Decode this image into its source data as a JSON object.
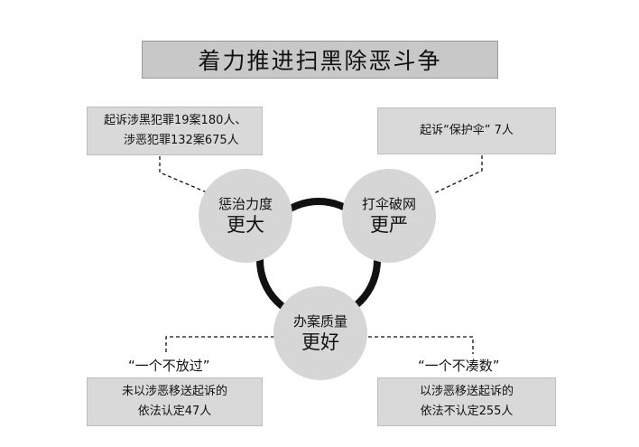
{
  "title": "着力推进扫黑除恶斗争",
  "boxes": {
    "top_left": {
      "line1": "起诉涉黑犯罪19案180人、",
      "line2": "涉恶犯罪132案675人"
    },
    "top_right": {
      "line1": "起诉“保护伞” 7人"
    },
    "bottom_left": {
      "line1": "未以涉恶移送起诉的",
      "line2": "依法认定47人"
    },
    "bottom_right": {
      "line1": "以涉恶移送起诉的",
      "line2": "依法不认定255人"
    }
  },
  "quotes": {
    "left": "“一个不放过”",
    "right": "“一个不凑数”"
  },
  "circles": {
    "left": {
      "small": "惩治力度",
      "big": "更大"
    },
    "right": {
      "small": "打伞破网",
      "big": "更严"
    },
    "bottom": {
      "small": "办案质量",
      "big": "更好"
    }
  },
  "colors": {
    "title_bg": "#c8c8c8",
    "box_bg": "#d9d9d9",
    "circle_bg": "#d6d6d6",
    "ring": "#111111"
  }
}
